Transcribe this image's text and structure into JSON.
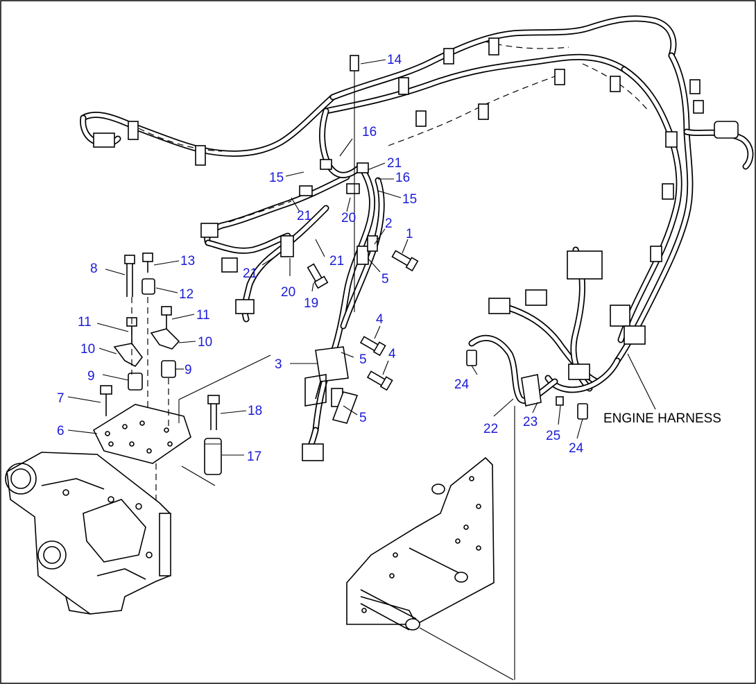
{
  "diagram": {
    "callouts": [
      {
        "id": "c1",
        "text": "1"
      },
      {
        "id": "c2",
        "text": "2"
      },
      {
        "id": "c3",
        "text": "3"
      },
      {
        "id": "c4a",
        "text": "4"
      },
      {
        "id": "c4b",
        "text": "4"
      },
      {
        "id": "c5a",
        "text": "5"
      },
      {
        "id": "c5b",
        "text": "5"
      },
      {
        "id": "c5c",
        "text": "5"
      },
      {
        "id": "c6",
        "text": "6"
      },
      {
        "id": "c7",
        "text": "7"
      },
      {
        "id": "c8",
        "text": "8"
      },
      {
        "id": "c9a",
        "text": "9"
      },
      {
        "id": "c9b",
        "text": "9"
      },
      {
        "id": "c10a",
        "text": "10"
      },
      {
        "id": "c10b",
        "text": "10"
      },
      {
        "id": "c11a",
        "text": "11"
      },
      {
        "id": "c11b",
        "text": "11"
      },
      {
        "id": "c12",
        "text": "12"
      },
      {
        "id": "c13",
        "text": "13"
      },
      {
        "id": "c14",
        "text": "14"
      },
      {
        "id": "c15a",
        "text": "15"
      },
      {
        "id": "c15b",
        "text": "15"
      },
      {
        "id": "c16a",
        "text": "16"
      },
      {
        "id": "c16b",
        "text": "16"
      },
      {
        "id": "c17",
        "text": "17"
      },
      {
        "id": "c18",
        "text": "18"
      },
      {
        "id": "c19",
        "text": "19"
      },
      {
        "id": "c20a",
        "text": "20"
      },
      {
        "id": "c20b",
        "text": "20"
      },
      {
        "id": "c21a",
        "text": "21"
      },
      {
        "id": "c21b",
        "text": "21"
      },
      {
        "id": "c21c",
        "text": "21"
      },
      {
        "id": "c21d",
        "text": "21"
      },
      {
        "id": "c22",
        "text": "22"
      },
      {
        "id": "c23",
        "text": "23"
      },
      {
        "id": "c24a",
        "text": "24"
      },
      {
        "id": "c24b",
        "text": "24"
      },
      {
        "id": "c25",
        "text": "25"
      }
    ],
    "caption": "ENGINE HARNESS",
    "colors": {
      "callout": "#1a1ad6",
      "line": "#000000",
      "background": "#ffffff"
    }
  }
}
